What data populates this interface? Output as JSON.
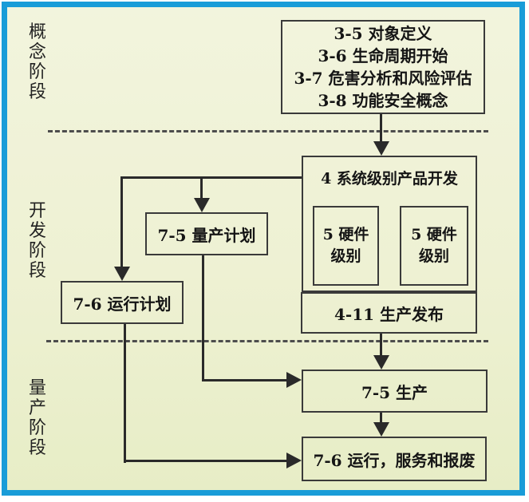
{
  "colors": {
    "frame": "#199cd8",
    "bg-top": "#f2f4dd",
    "bg-mid": "#eef1d3",
    "bg-bottom": "#e7edc6",
    "line": "#2a2a2a",
    "text": "#151515"
  },
  "phases": {
    "concept": "概念阶段",
    "development": "开发阶段",
    "mass_production": "量产阶段"
  },
  "boxes": {
    "concept": {
      "lines": [
        "3-5 对象定义",
        "3-6 生命周期开始",
        "3-7 危害分析和风险评估",
        "3-8 功能安全概念"
      ]
    },
    "system_dev": {
      "title": "4  系统级别产品开发"
    },
    "hw_left": {
      "label": "5 硬件\n级别"
    },
    "hw_right": {
      "label": "5 硬件\n级别"
    },
    "release": {
      "label": "4-11 生产发布"
    },
    "production_plan": {
      "label": "7-5 量产计划"
    },
    "operation_plan": {
      "label": "7-6 运行计划"
    },
    "production": {
      "label": "7-5 生产"
    },
    "operation": {
      "label": "7-6 运行，服务和报废"
    }
  }
}
